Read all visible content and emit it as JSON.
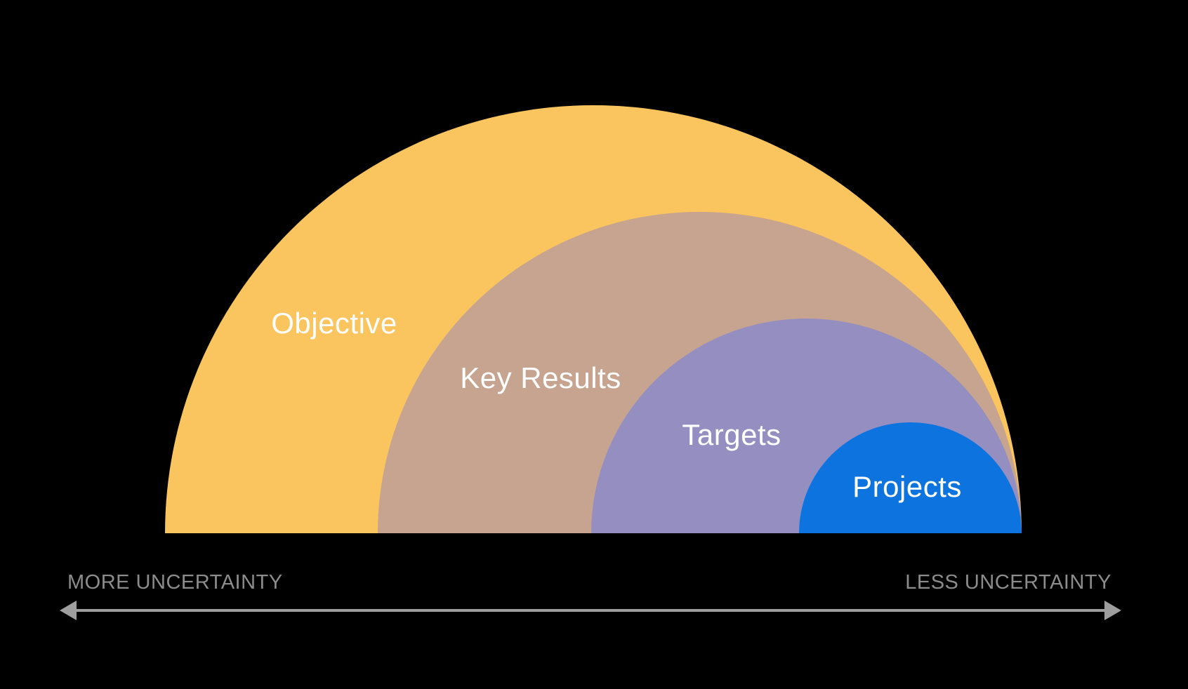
{
  "background_color": "#000000",
  "ring_label_color": "#FFFFFF",
  "rings": [
    {
      "label": "Objective",
      "color": "#FAC45E"
    },
    {
      "label": "Key Results",
      "color": "#C7A48F"
    },
    {
      "label": "Targets",
      "color": "#948FC0"
    },
    {
      "label": "Projects",
      "color": "#0D73DF"
    }
  ],
  "axis": {
    "left_label": "MORE UNCERTAINTY",
    "right_label": "LESS UNCERTAINTY",
    "label_color": "#8C8C8C",
    "arrow_color": "#9E9E9E"
  }
}
